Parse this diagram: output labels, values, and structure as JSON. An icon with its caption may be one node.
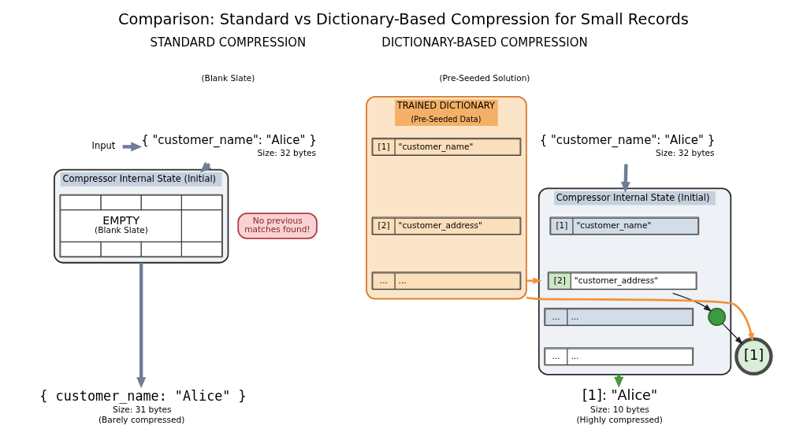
{
  "diagram": {
    "title": "Comparison: Standard vs Dictionary-Based Compression for Small Records",
    "nodes": [
      {
        "text": [
          "Input"
        ]
      },
      {
        "text": [
          "{ \"customer_name\": \"Alice\" }"
        ],
        "beside": [
          "Size: 32 bytes"
        ]
      },
      {
        "text": [
          "Compressor Internal State (Initial)"
        ]
      },
      {
        "text": [
          "EMPTY",
          "(Blank Slate)"
        ],
        "in": 2
      },
      {
        "text": [
          "No previous matches found!"
        ]
      },
      {
        "text": [
          "{ customer_name: \"Alice\" }"
        ],
        "beside": [
          "Size: 31 bytes",
          "(Barely compressed)"
        ]
      },
      {
        "text": [
          "{ \"customer_name\": \"Alice\" }"
        ],
        "beside": [
          "Size: 32 bytes"
        ]
      },
      {
        "text": [
          "TRAINED DICTIONARY",
          "(Pre-Seeded Data)"
        ]
      },
      {
        "text": [
          "[1]",
          "\"customer_name\""
        ],
        "in": 7
      },
      {
        "text": [
          "[2]",
          "\"customer_address\""
        ],
        "in": 7
      },
      {
        "text": [
          "...",
          "..."
        ],
        "in": 7
      },
      {
        "text": [
          "Compressor Internal State (Initial)"
        ]
      },
      {
        "text": [
          "[1]",
          "\"customer_name\""
        ],
        "in": 11
      },
      {
        "text": [
          "[2]",
          "\"customer_address\""
        ],
        "in": 11
      },
      {
        "text": [
          "...",
          "..."
        ],
        "in": 11
      },
      {
        "text": [],
        "shape": "circle",
        "in": 11
      },
      {
        "text": [
          "...",
          "..."
        ],
        "in": 11
      },
      {
        "text": [
          "[1]"
        ]
      },
      {
        "text": [
          "[1]: \"Alice\""
        ],
        "beside": [
          "Size: 10 bytes",
          "(Highly compressed)"
        ]
      }
    ],
    "edges": [
      {
        "from": 0,
        "to": 1,
        "arrow": "to"
      },
      {
        "from": 1,
        "to": 2,
        "arrow": "to"
      },
      {
        "from": 2,
        "to": 5,
        "arrow": "to"
      },
      {
        "from": 6,
        "to": 11,
        "arrow": "to"
      },
      {
        "from": 7,
        "to": 11,
        "arrow": "to",
        "color": "#f0923a"
      },
      {
        "from": 7,
        "to": 17,
        "arrow": "to",
        "color": "#f0923a"
      },
      {
        "from": 13,
        "to": 15,
        "arrow": "to",
        "color": "#222222"
      },
      {
        "from": 15,
        "to": 17,
        "arrow": "to",
        "color": "#222222"
      },
      {
        "from": 11,
        "to": 18,
        "arrow": "to",
        "color": "#4a9a3c"
      }
    ],
    "labels": [
      "STANDARD COMPRESSION",
      "(Blank Slate)",
      "DICTIONARY-BASED COMPRESSION",
      "(Pre-Seeded Solution)"
    ]
  }
}
